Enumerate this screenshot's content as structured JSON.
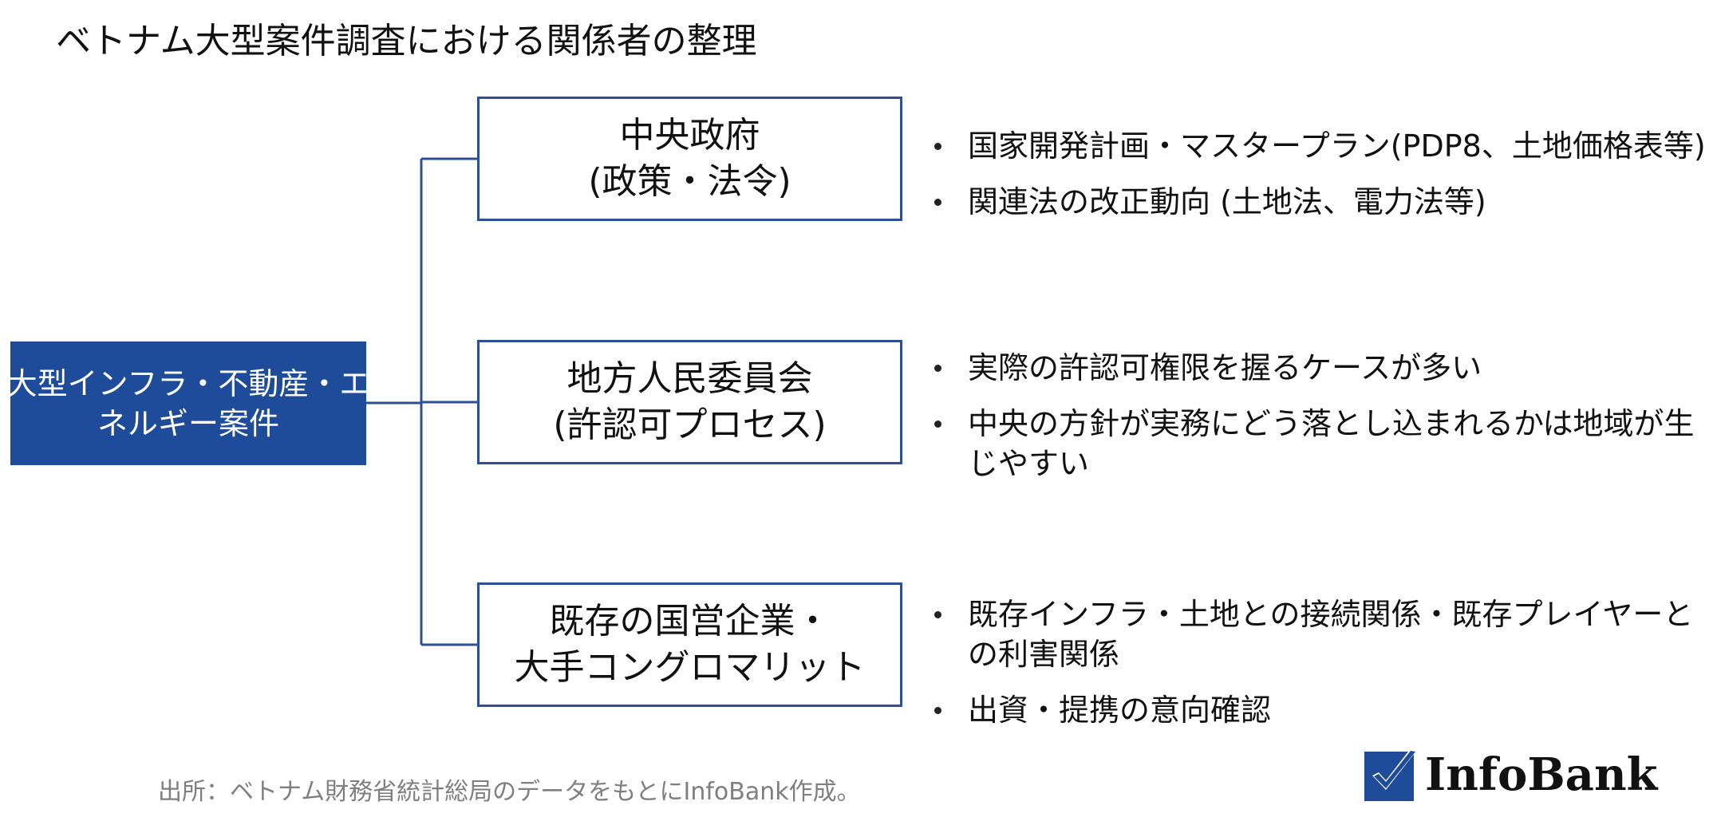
{
  "title": "ベトナム大型案件調査における関係者の整理",
  "root": {
    "lines": [
      "大型インフラ・不動産・エ",
      "ネルギー案件"
    ]
  },
  "nodes": [
    {
      "lines": [
        "中央政府",
        "(政策・法令)"
      ],
      "bullets": [
        "国家開発計画・マスタープラン(PDP8、土地価格表等)",
        "関連法の改正動向 (土地法、電力法等)"
      ]
    },
    {
      "lines": [
        "地方人民委員会",
        "(許認可プロセス)"
      ],
      "bullets": [
        "実際の許認可権限を握るケースが多い",
        "中央の方針が実務にどう落とし込まれるかは地域が生じやすい"
      ]
    },
    {
      "lines": [
        "既存の国営企業・",
        "大手コングロマリット"
      ],
      "bullets": [
        "既存インフラ・土地との接続関係・既存プレイヤーとの利害関係",
        "出資・提携の意向確認"
      ]
    }
  ],
  "source": "出所：ベトナム財務省統計総局のデータをもとにInfoBank作成。",
  "logo": {
    "text": "InfoBank",
    "icon": "checkmark-icon"
  },
  "colors": {
    "primary": "#1f4b9b",
    "border": "#2e4f96",
    "source_text": "#7f7f7f"
  }
}
